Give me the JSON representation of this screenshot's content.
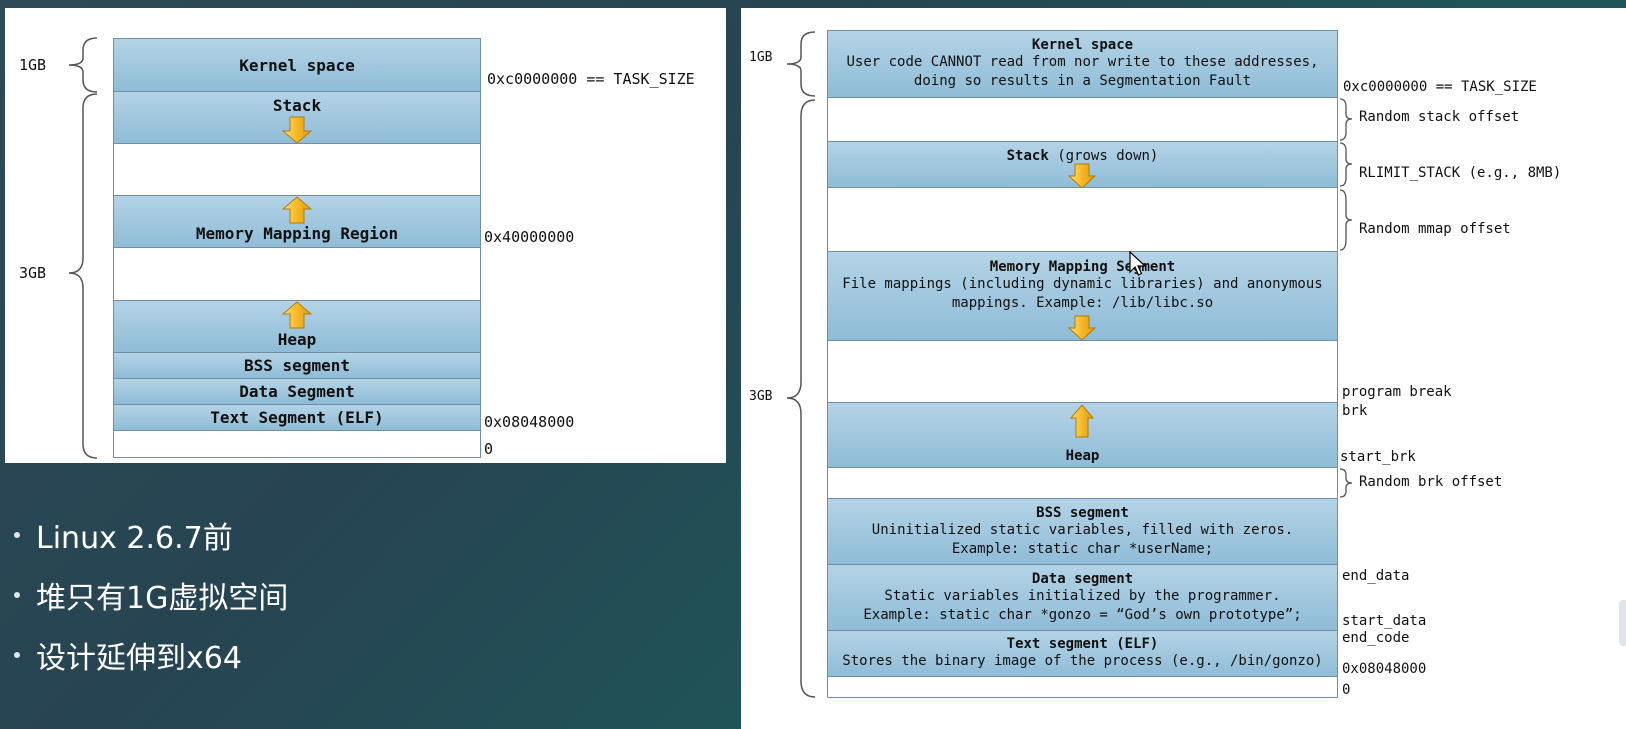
{
  "left_diagram": {
    "segments": {
      "kernel": "Kernel space",
      "stack": "Stack",
      "mmap": "Memory Mapping Region",
      "heap": "Heap",
      "bss": "BSS segment",
      "data": "Data Segment",
      "text": "Text Segment (ELF)"
    },
    "addresses": {
      "task_size": "0xc0000000 == TASK_SIZE",
      "mmap_base": "0x40000000",
      "text_start": "0x08048000",
      "zero": "0"
    },
    "sizes": {
      "kernel": "1GB",
      "user": "3GB"
    }
  },
  "right_diagram": {
    "kernel": {
      "title": "Kernel space",
      "desc1": "User code CANNOT read from nor write to these addresses,",
      "desc2": "doing so results in a Segmentation Fault"
    },
    "stack": {
      "title": "Stack",
      "suffix": " (grows down)"
    },
    "mmap": {
      "title": "Memory Mapping Segment",
      "desc1": "File mappings (including dynamic libraries) and anonymous",
      "desc2": "mappings. Example: /lib/libc.so"
    },
    "heap": {
      "title": "Heap"
    },
    "bss": {
      "title": "BSS segment",
      "desc1": "Uninitialized static variables, filled with zeros.",
      "desc2": "Example: static char *userName;"
    },
    "data": {
      "title": "Data segment",
      "desc1": "Static variables initialized by the programmer.",
      "desc2": "Example: static char *gonzo = “God’s own prototype”;"
    },
    "text": {
      "title": "Text segment (ELF)",
      "desc1": "Stores the binary image of the process (e.g., /bin/gonzo)"
    },
    "labels": {
      "task_size": "0xc0000000 == TASK_SIZE",
      "random_stack": "Random stack offset",
      "rlimit_stack": "RLIMIT_STACK (e.g., 8MB)",
      "random_mmap": "Random mmap offset",
      "program_break": "program break",
      "brk": "brk",
      "start_brk": "start_brk",
      "random_brk": "Random brk offset",
      "end_data": "end_data",
      "start_data": "start_data",
      "end_code": "end_code",
      "text_start": "0x08048000",
      "zero": "0"
    },
    "sizes": {
      "kernel": "1GB",
      "user": "3GB"
    }
  },
  "bullets": [
    "Linux 2.6.7前",
    "堆只有1G虚拟空间",
    "设计延伸到x64"
  ],
  "colors": {
    "segment_blue": "#9cc4dc",
    "arrow_orange": "#f5b825",
    "background": "#274452"
  }
}
